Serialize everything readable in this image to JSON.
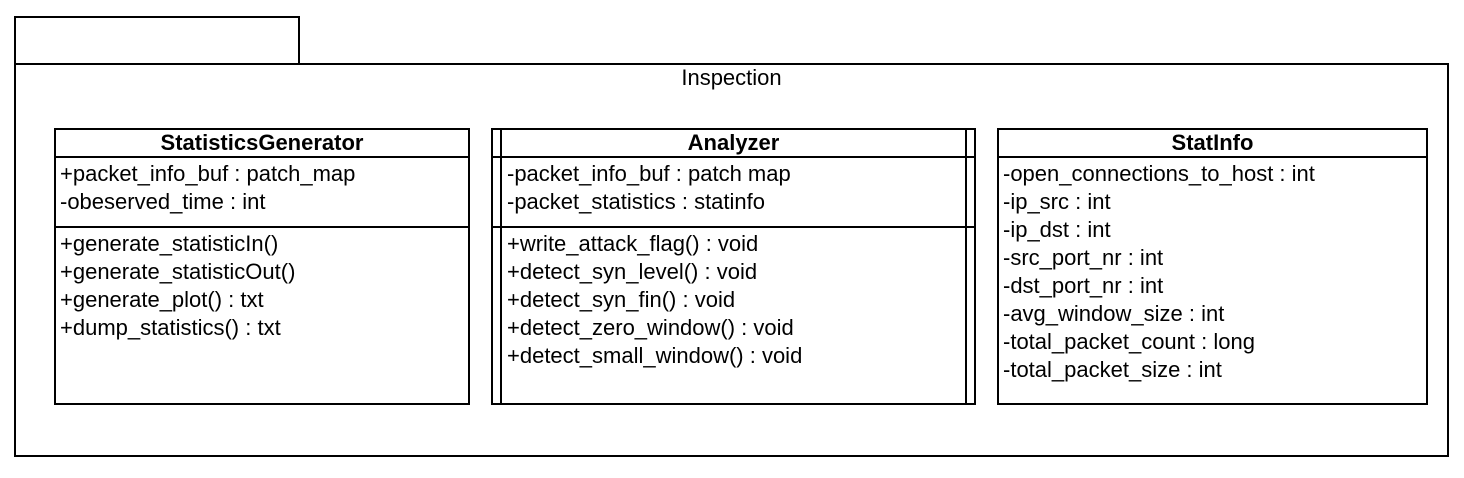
{
  "package": {
    "name": "Inspection"
  },
  "classes": {
    "statistics_generator": {
      "name": "StatisticsGenerator",
      "attributes": [
        "+packet_info_buf : patch_map",
        "-obeserved_time : int"
      ],
      "operations": [
        "+generate_statisticIn()",
        "+generate_statisticOut()",
        "+generate_plot() : txt",
        "+dump_statistics() : txt"
      ]
    },
    "analyzer": {
      "name": "Analyzer",
      "attributes": [
        "-packet_info_buf : patch map",
        "-packet_statistics : statinfo"
      ],
      "operations": [
        "+write_attack_flag() : void",
        "+detect_syn_level() : void",
        "+detect_syn_fin() : void",
        "+detect_zero_window() : void",
        "+detect_small_window() : void"
      ]
    },
    "stat_info": {
      "name": "StatInfo",
      "attributes": [
        "-open_connections_to_host : int",
        "-ip_src : int",
        "-ip_dst : int",
        "-src_port_nr : int",
        "-dst_port_nr : int",
        "-avg_window_size : int",
        "-total_packet_count : long",
        "-total_packet_size : int"
      ],
      "operations": []
    }
  }
}
